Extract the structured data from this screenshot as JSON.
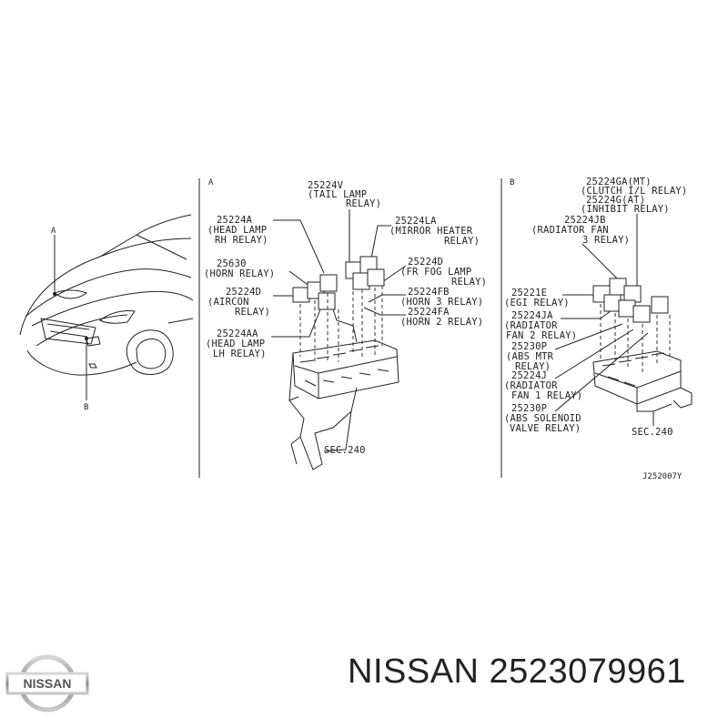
{
  "panels": {
    "left": {
      "callout_a": "A",
      "callout_b": "B"
    },
    "a": {
      "title": "A",
      "labels": [
        "25224V",
        "(TAIL LAMP",
        "RELAY)",
        "25224LA",
        "(MIRROR HEATER",
        "RELAY)",
        "25224A",
        "(HEAD LAMP",
        "RH RELAY)",
        "25630",
        "(HORN RELAY)",
        "25224D",
        "(FR FOG LAMP",
        "RELAY)",
        "25224D",
        "(AIRCON",
        "RELAY)",
        "25224FB",
        "(HORN 3 RELAY)",
        "25224FA",
        "(HORN 2 RELAY)",
        "25224AA",
        "(HEAD LAMP",
        "LH RELAY)",
        "SEC.240"
      ]
    },
    "b": {
      "title": "B",
      "labels": [
        "25224GA(MT)",
        "(CLUTCH I/L RELAY)",
        "25224G(AT)",
        "(INHIBIT RELAY)",
        "25224JB",
        "(RADIATOR FAN",
        "3 RELAY)",
        "25221E",
        "(EGI RELAY)",
        "25224JA",
        "(RADIATOR",
        "FAN 2 RELAY)",
        "25230P",
        "(ABS MTR",
        "RELAY)",
        "25224J",
        "(RADIATOR",
        "FAN 1 RELAY)",
        "25230P",
        "(ABS SOLENOID",
        "VALVE RELAY)",
        "SEC.240",
        "J252007Y"
      ]
    }
  },
  "footer": {
    "brand_logo_text": "NISSAN",
    "part_title": "NISSAN 2523079961"
  }
}
